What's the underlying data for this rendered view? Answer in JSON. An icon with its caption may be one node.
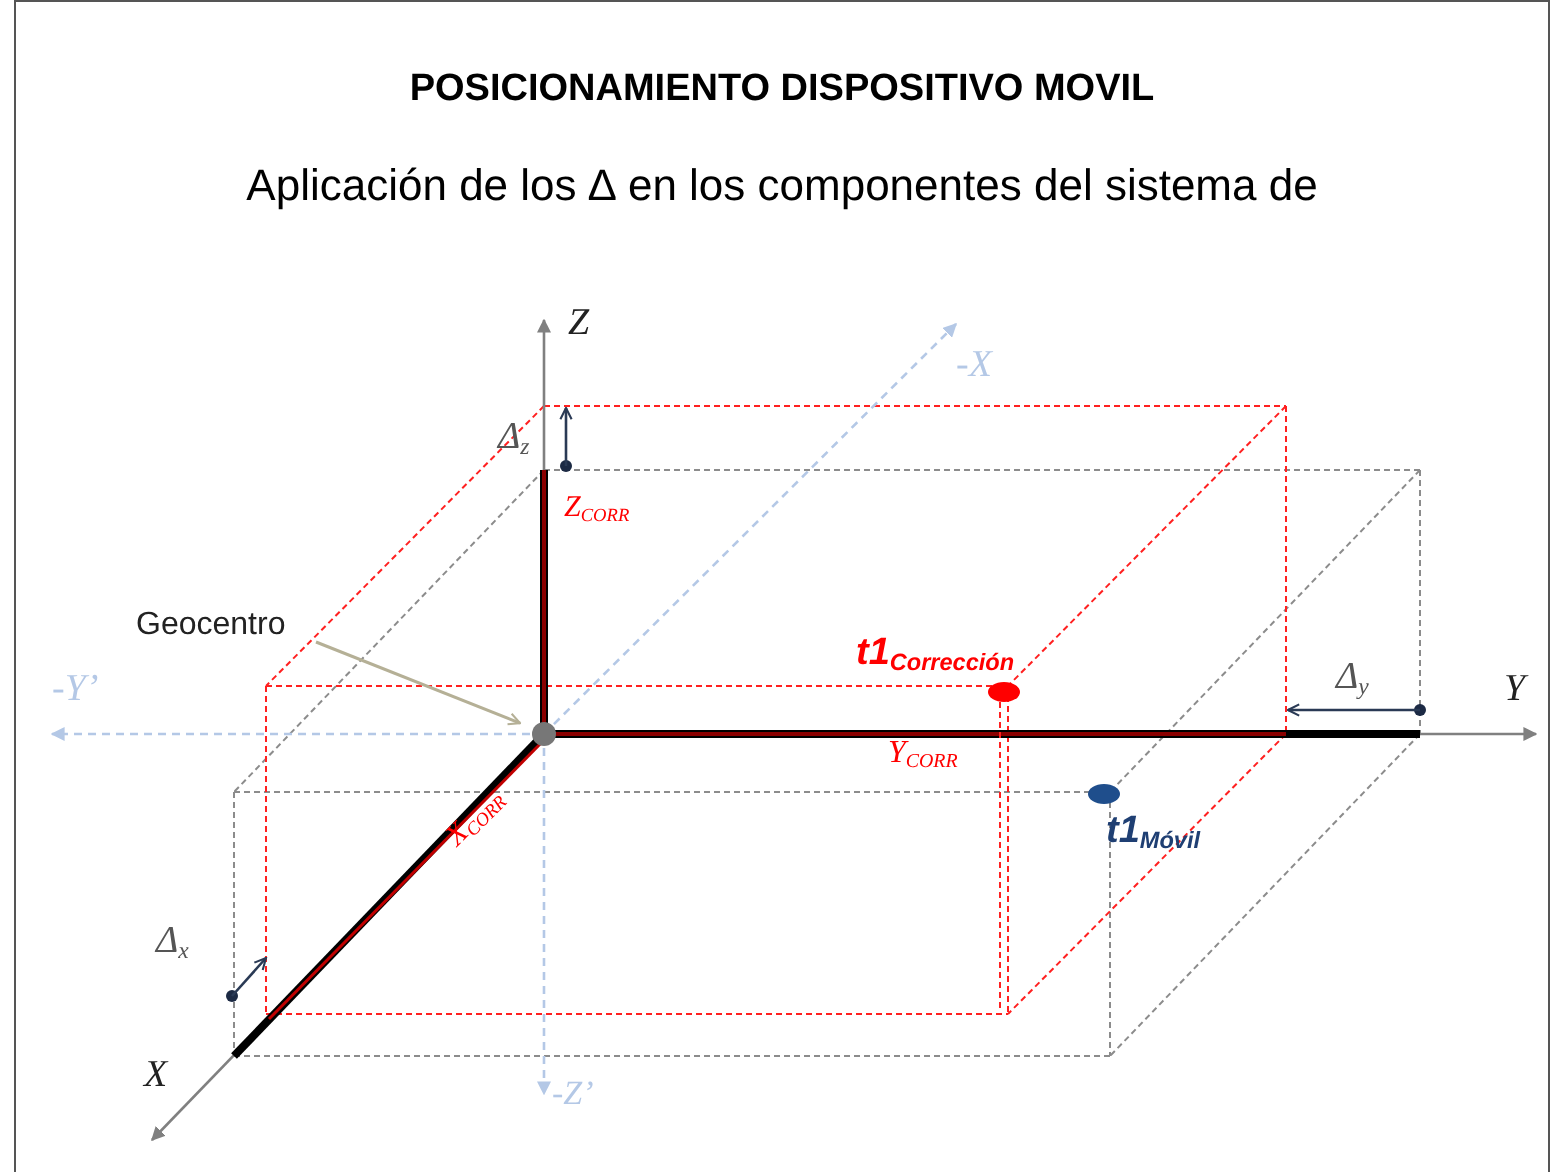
{
  "diagram": {
    "title": "POSICIONAMIENTO DISPOSITIVO MOVIL",
    "nodes": [
      {
        "text": [
          "Geocentro"
        ]
      },
      {
        "text": [],
        "shape": "circle"
      }
    ],
    "edges": [
      {
        "from": 0,
        "to": 1,
        "arrow": "to"
      }
    ],
    "labels": [
      "Aplicación de los ∆ en los componentes del sistema de",
      "Z",
      "-X",
      "Δ$_{z}$",
      "Z$_{CORR}$",
      "-Y’",
      "t1$_{Corrección}$",
      "Δ$_{y}$",
      "Y",
      "Y$_{CORR}$",
      "X$_{CORR}$",
      "t1$_{Móvil}$",
      "Δ$_{x}$",
      "X",
      "-Z’"
    ]
  }
}
